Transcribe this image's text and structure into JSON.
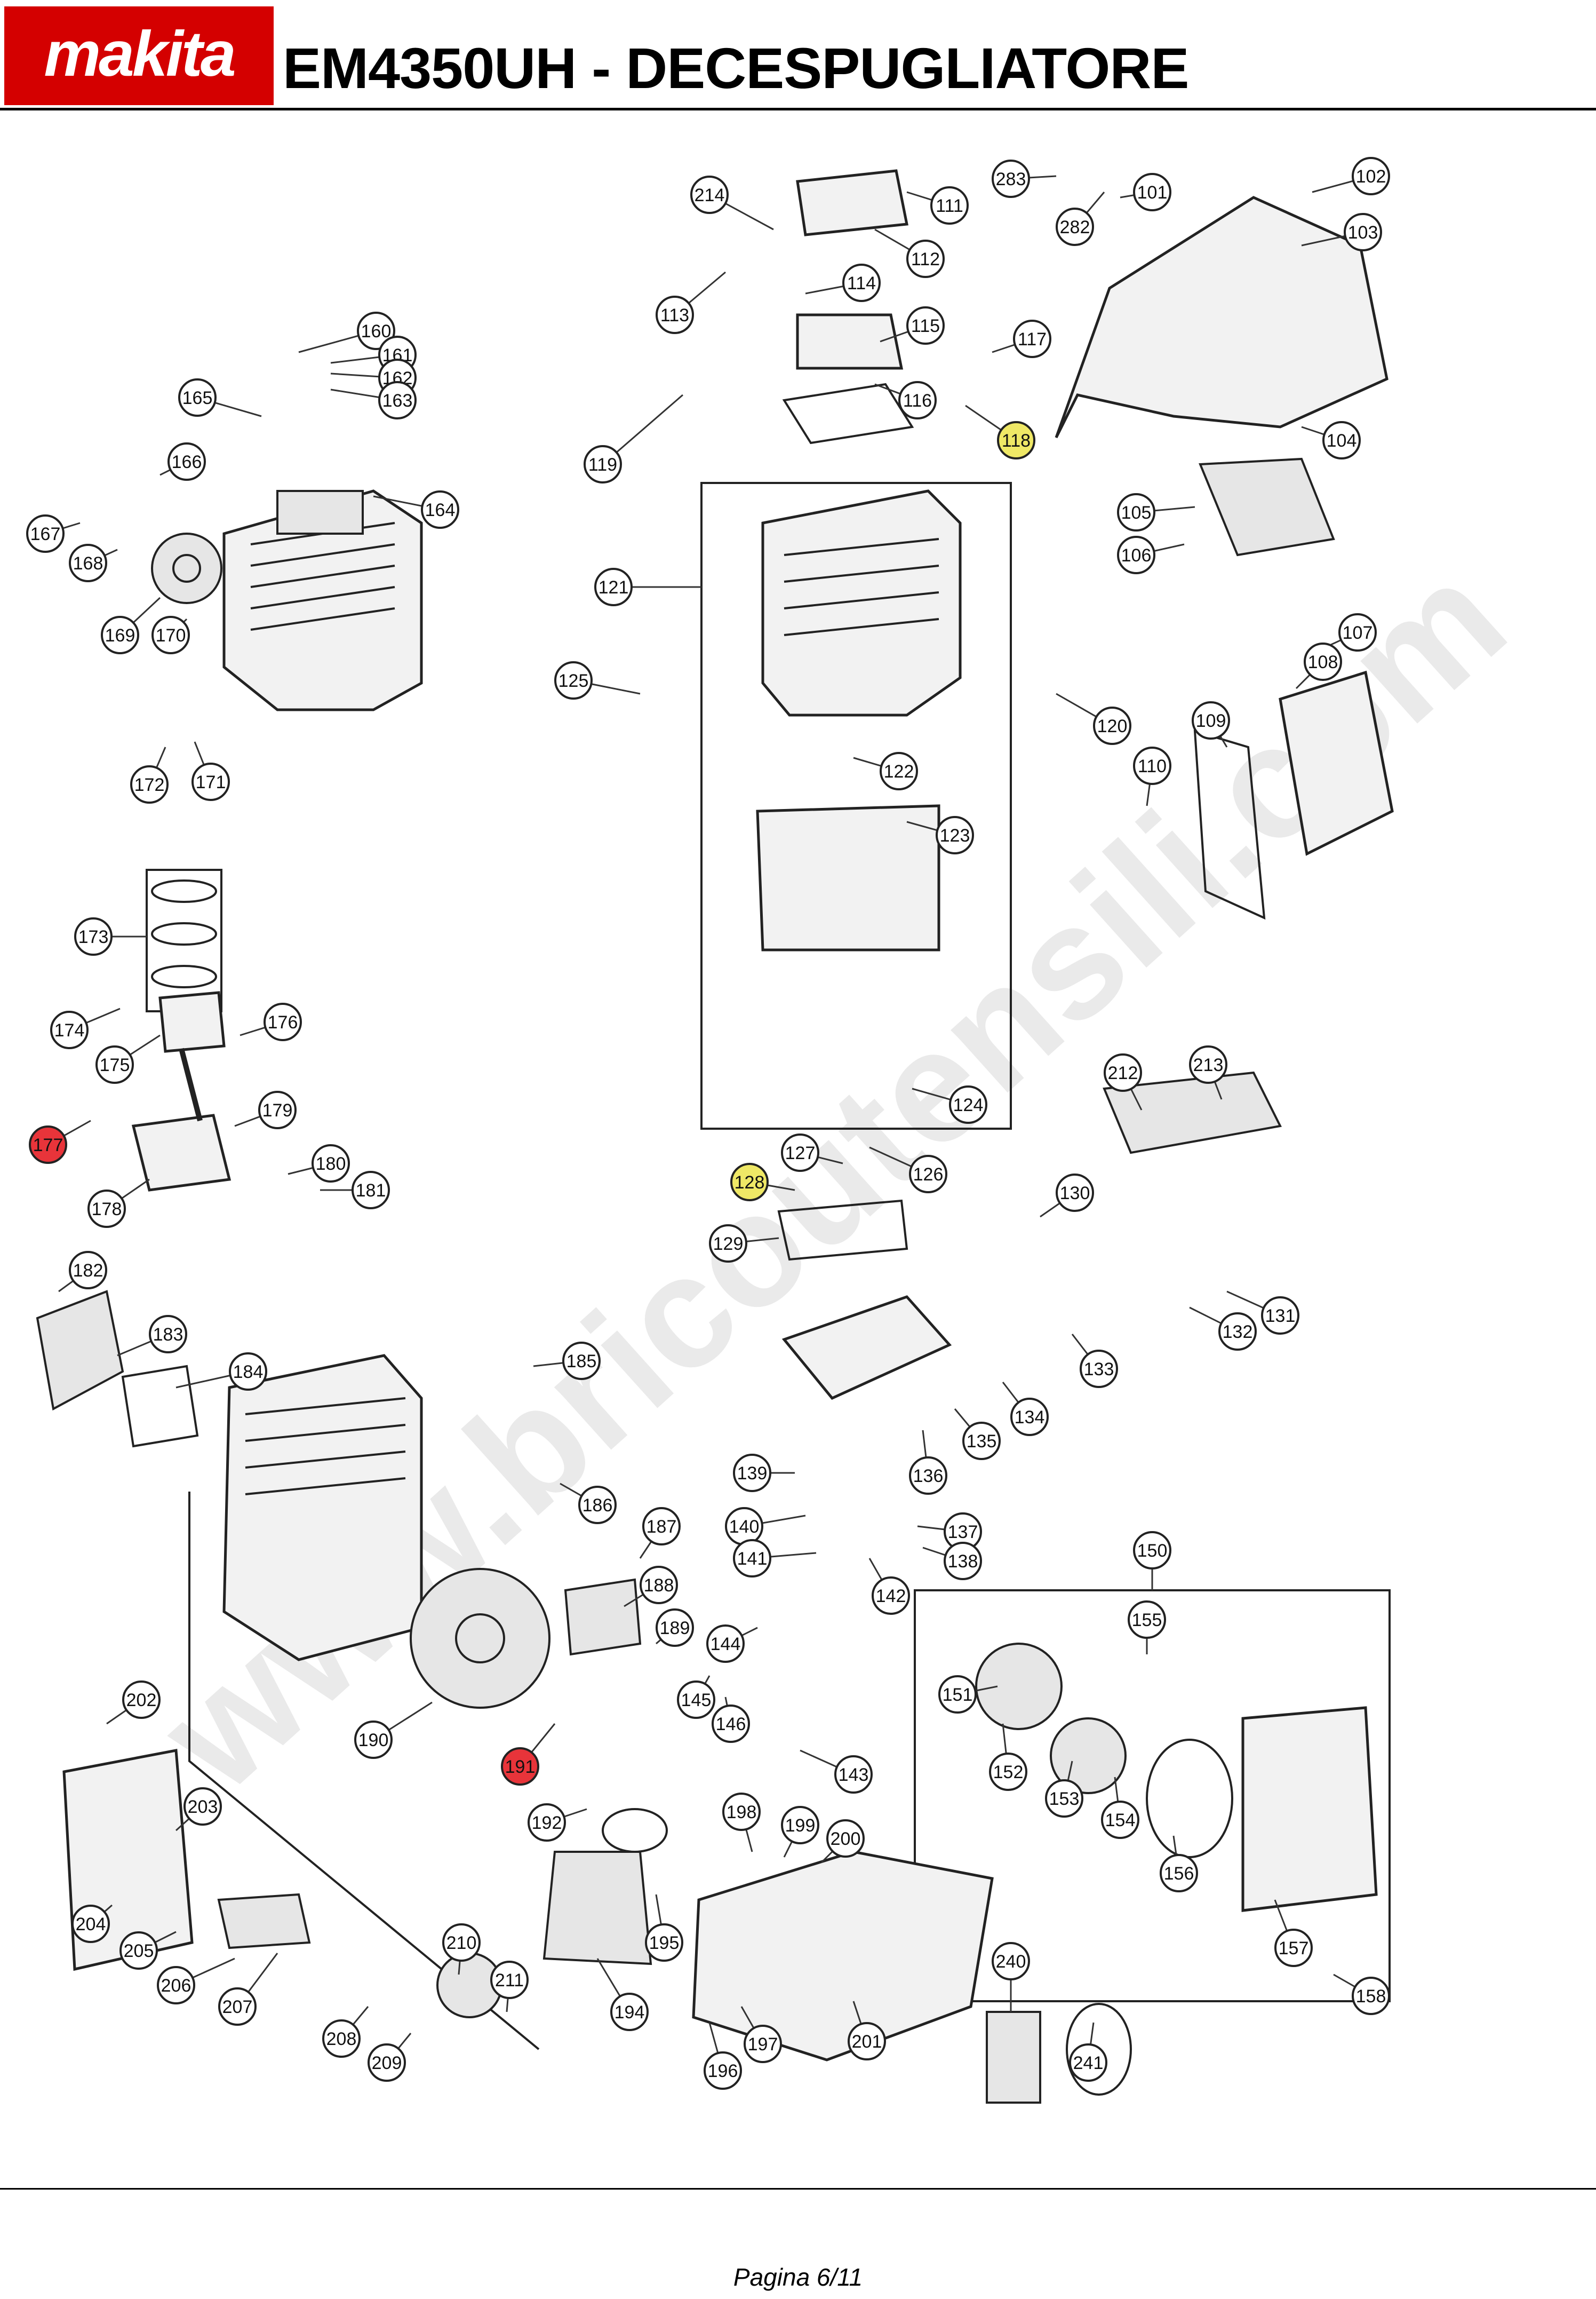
{
  "header": {
    "logo_text": "makita",
    "title": "EM4350UH - DECESPUGLIATORE"
  },
  "watermark": "www.bricoutensili.com",
  "footer": {
    "page_label": "Pagina 6/11"
  },
  "colors": {
    "brand_red": "#d40000",
    "highlight_red": "#e8343a",
    "highlight_yellow": "#efe866"
  },
  "parts_labels": [
    "101",
    "102",
    "103",
    "104",
    "105",
    "106",
    "107",
    "108",
    "109",
    "110",
    "111",
    "112",
    "113",
    "114",
    "115",
    "116",
    "117",
    "118",
    "119",
    "120",
    "121",
    "122",
    "123",
    "124",
    "125",
    "126",
    "127",
    "128",
    "129",
    "130",
    "131",
    "132",
    "133",
    "134",
    "135",
    "136",
    "137",
    "138",
    "139",
    "140",
    "141",
    "142",
    "143",
    "144",
    "145",
    "146",
    "150",
    "151",
    "152",
    "153",
    "154",
    "155",
    "156",
    "157",
    "158",
    "160",
    "161",
    "162",
    "163",
    "164",
    "165",
    "166",
    "167",
    "168",
    "169",
    "170",
    "171",
    "172",
    "173",
    "174",
    "175",
    "176",
    "177",
    "178",
    "179",
    "180",
    "181",
    "182",
    "183",
    "184",
    "185",
    "186",
    "187",
    "188",
    "189",
    "190",
    "191",
    "192",
    "194",
    "195",
    "196",
    "197",
    "198",
    "199",
    "200",
    "201",
    "202",
    "203",
    "204",
    "205",
    "206",
    "207",
    "208",
    "209",
    "210",
    "211",
    "212",
    "213",
    "214",
    "240",
    "241",
    "282",
    "283"
  ],
  "highlighted_red": [
    "177",
    "191"
  ],
  "highlighted_yellow": [
    "118",
    "128"
  ]
}
